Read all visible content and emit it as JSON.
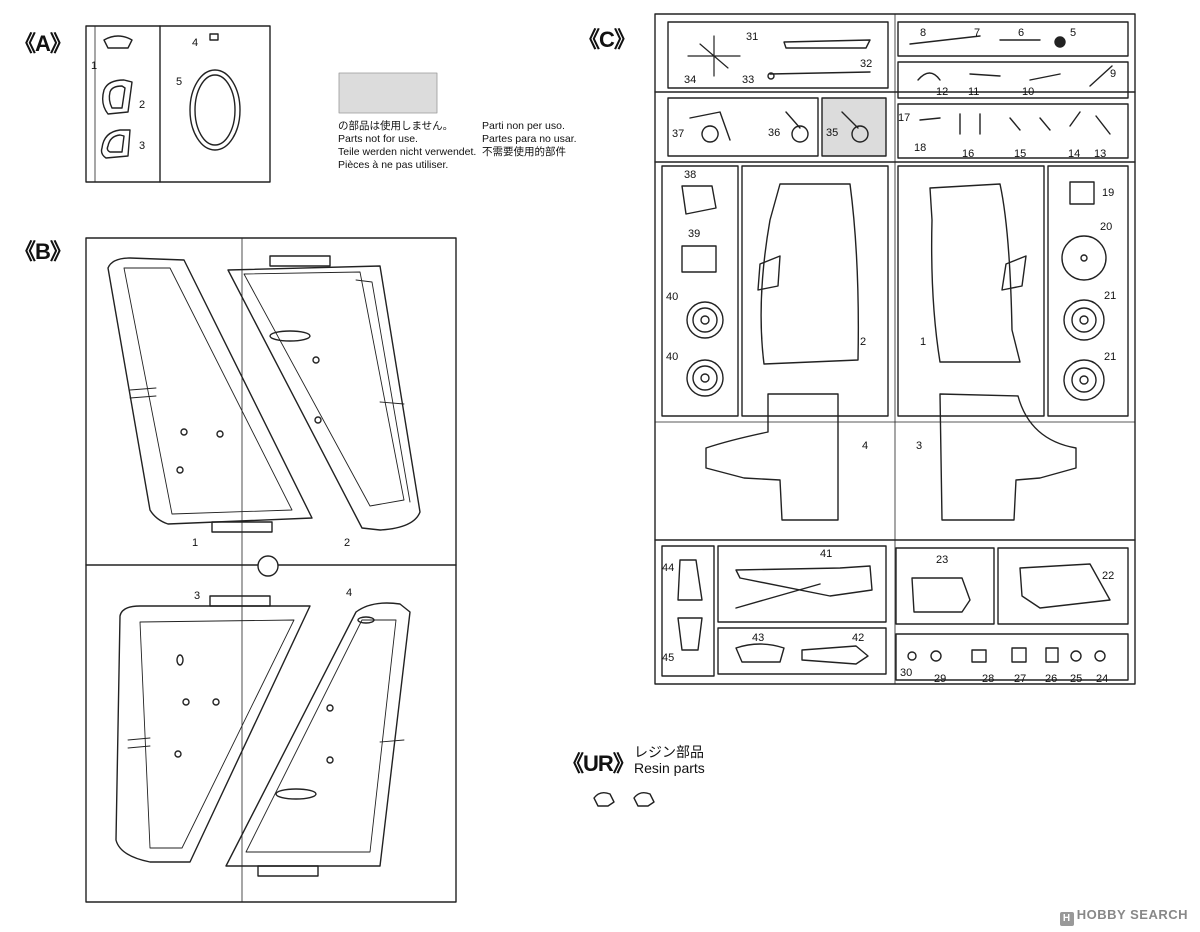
{
  "sprues": {
    "A": {
      "title": "《A》",
      "parts": [
        "1",
        "2",
        "3",
        "4",
        "5"
      ]
    },
    "B": {
      "title": "《B》",
      "parts": [
        "1",
        "2",
        "3",
        "4"
      ]
    },
    "C": {
      "title": "《C》",
      "parts": [
        "1",
        "2",
        "3",
        "4",
        "5",
        "6",
        "7",
        "8",
        "9",
        "10",
        "11",
        "12",
        "13",
        "14",
        "15",
        "16",
        "17",
        "18",
        "19",
        "20",
        "21",
        "21",
        "22",
        "23",
        "24",
        "25",
        "26",
        "27",
        "28",
        "29",
        "30",
        "31",
        "32",
        "33",
        "34",
        "35",
        "36",
        "37",
        "38",
        "39",
        "40",
        "40",
        "41",
        "42",
        "43",
        "44",
        "45"
      ]
    },
    "UR": {
      "title": "《UR》",
      "label_jp": "レジン部品",
      "label_en": "Resin parts"
    }
  },
  "legend": {
    "lines_left": [
      "の部品は使用しません。",
      "Parts not for use.",
      "Teile werden nicht verwendet.",
      "Pièces à ne pas utiliser."
    ],
    "lines_right": [
      "Parti non per uso.",
      "Partes para no usar.",
      "不需要使用的部件"
    ],
    "swatch_color": "#dcdcdc"
  },
  "watermark": {
    "logo": "H",
    "text": "HOBBY SEARCH"
  }
}
